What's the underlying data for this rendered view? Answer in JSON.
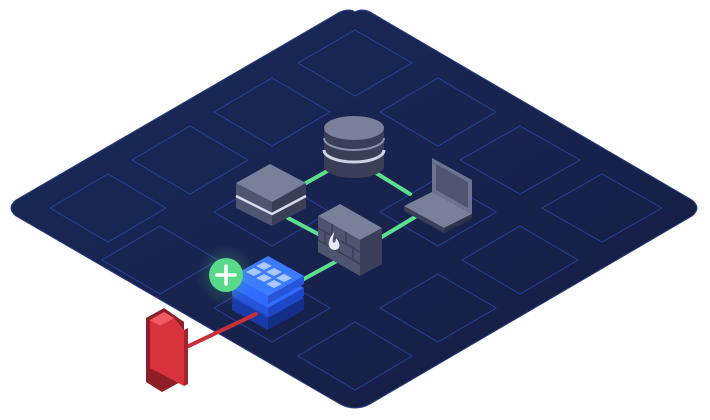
{
  "diagram": {
    "colors": {
      "platform_top": "#1a2550",
      "platform_edge": "#2a3f86",
      "tile_stroke": "#2f48b8",
      "connector": "#5be08e",
      "device_top": "#7b809a",
      "device_side": "#4f5571",
      "device_front": "#3a3f57",
      "blue_device": "#2f6bff",
      "add_badge": "#59d98a",
      "card_red": "#d8323d"
    },
    "nodes": [
      {
        "id": "database",
        "icon": "database-icon"
      },
      {
        "id": "server",
        "icon": "server-stack-icon"
      },
      {
        "id": "laptop",
        "icon": "laptop-icon"
      },
      {
        "id": "firewall",
        "icon": "firewall-icon"
      },
      {
        "id": "storage",
        "icon": "blue-storage-grid-icon"
      },
      {
        "id": "add",
        "icon": "plus-icon"
      },
      {
        "id": "card",
        "icon": "sim-card-icon"
      }
    ]
  }
}
